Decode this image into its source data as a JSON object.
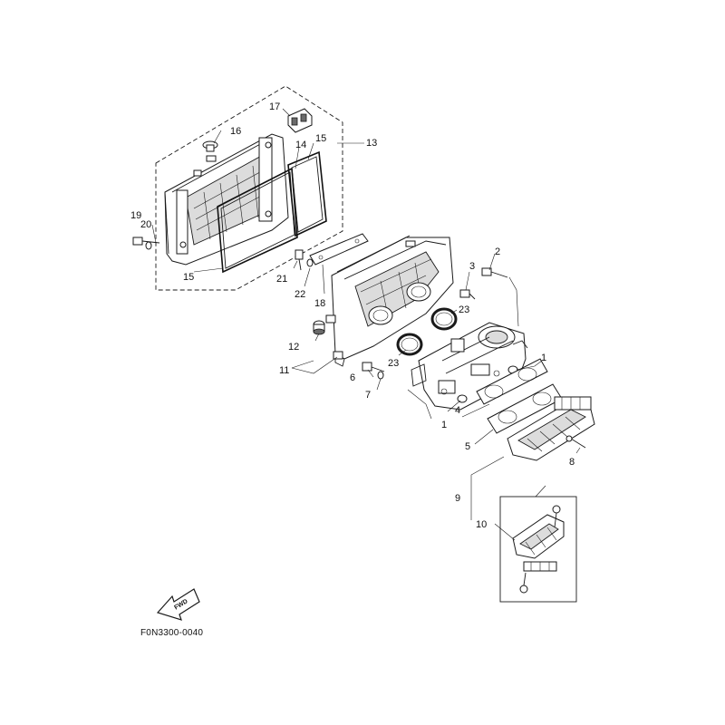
{
  "figure_code": "F0N3300-0040",
  "fwd_label": "FWD",
  "callouts": [
    {
      "id": "c1a",
      "label": "1"
    },
    {
      "id": "c1b",
      "label": "1"
    },
    {
      "id": "c2",
      "label": "2"
    },
    {
      "id": "c3",
      "label": "3"
    },
    {
      "id": "c4",
      "label": "4"
    },
    {
      "id": "c5",
      "label": "5"
    },
    {
      "id": "c6",
      "label": "6"
    },
    {
      "id": "c7",
      "label": "7"
    },
    {
      "id": "c8",
      "label": "8"
    },
    {
      "id": "c9",
      "label": "9"
    },
    {
      "id": "c10",
      "label": "10"
    },
    {
      "id": "c11",
      "label": "11"
    },
    {
      "id": "c12",
      "label": "12"
    },
    {
      "id": "c13",
      "label": "13"
    },
    {
      "id": "c14",
      "label": "14"
    },
    {
      "id": "c15a",
      "label": "15"
    },
    {
      "id": "c15b",
      "label": "15"
    },
    {
      "id": "c16",
      "label": "16"
    },
    {
      "id": "c17",
      "label": "17"
    },
    {
      "id": "c18",
      "label": "18"
    },
    {
      "id": "c19",
      "label": "19"
    },
    {
      "id": "c20",
      "label": "20"
    },
    {
      "id": "c21",
      "label": "21"
    },
    {
      "id": "c22",
      "label": "22"
    },
    {
      "id": "c23a",
      "label": "23"
    },
    {
      "id": "c23b",
      "label": "23"
    }
  ]
}
